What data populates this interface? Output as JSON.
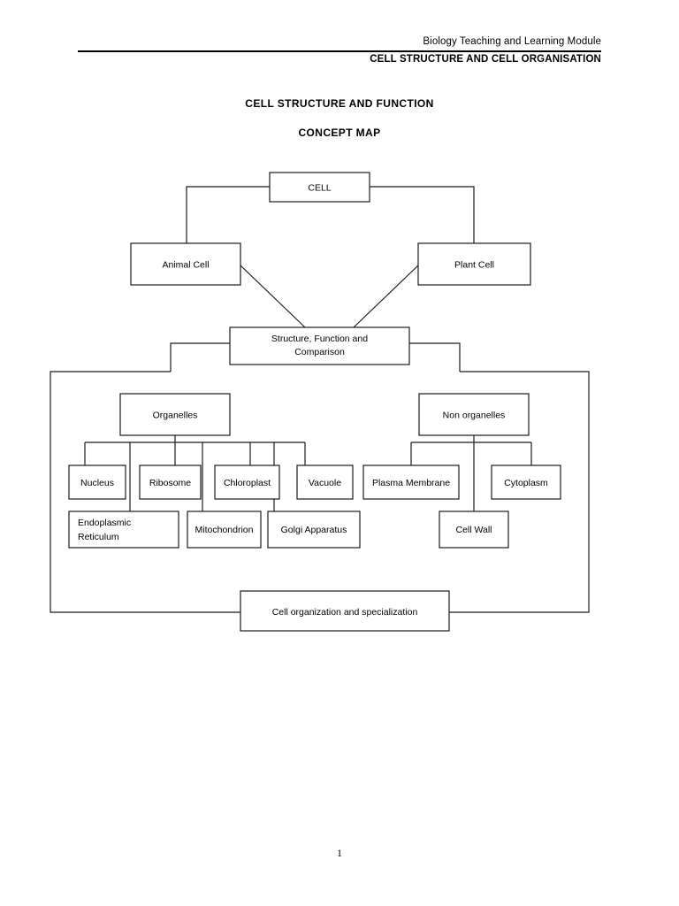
{
  "header": {
    "module_line": "Biology Teaching and Learning Module",
    "chapter_line": "CELL STRUCTURE AND CELL ORGANISATION"
  },
  "titles": {
    "main": "CELL STRUCTURE AND FUNCTION",
    "sub": "CONCEPT MAP"
  },
  "footer": {
    "page_number": "1"
  },
  "concept_map": {
    "nodes": {
      "cell": "CELL",
      "animal_cell": "Animal Cell",
      "plant_cell": "Plant Cell",
      "structure_function_l1": "Structure, Function and",
      "structure_function_l2": "Comparison",
      "organelles": "Organelles",
      "non_organelles": "Non  organelles",
      "nucleus": "Nucleus",
      "ribosome": "Ribosome",
      "chloroplast": "Chloroplast",
      "vacuole": "Vacuole",
      "plasma_membrane": "Plasma Membrane",
      "cytoplasm": "Cytoplasm",
      "endoplasmic_reticulum_l1": "Endoplasmic",
      "endoplasmic_reticulum_l2": "Reticulum",
      "mitochondrion": "Mitochondrion",
      "golgi_apparatus": "Golgi  Apparatus",
      "cell_wall": "Cell Wall",
      "cell_organization": "Cell organization and specialization"
    },
    "colors": {
      "stroke": "#1a1a1a",
      "fill": "#ffffff",
      "text": "#000000"
    }
  }
}
